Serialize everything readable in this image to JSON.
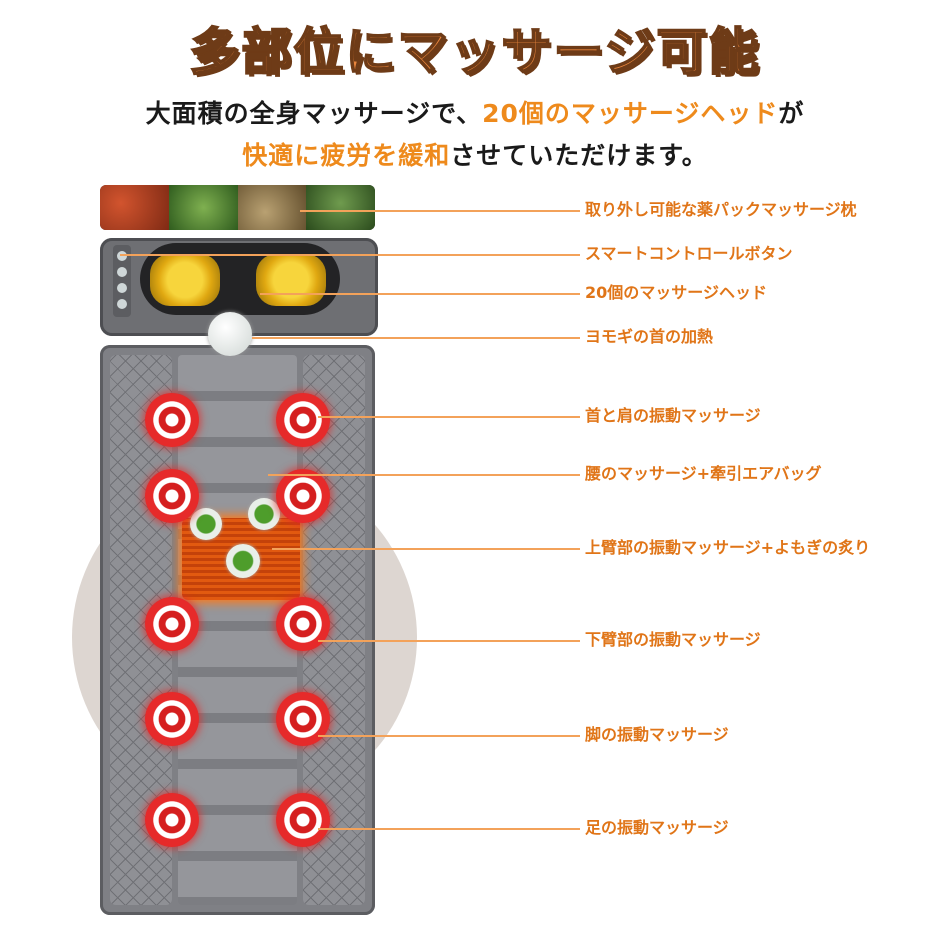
{
  "heading": {
    "title": "多部位にマッサージ可能",
    "line1_a": "大面積の全身マッサージで、",
    "line1_hl": "20個のマッサージヘッド",
    "line1_b": "が",
    "line2_hl": "快適に疲労を緩和",
    "line2_b": "させていただけます。"
  },
  "labels": [
    "取り外し可能な薬パックマッサージ枕",
    "スマートコントロールボタン",
    "20個のマッサージヘッド",
    "ヨモギの首の加熱",
    "首と肩の振動マッサージ",
    "腰のマッサージ+牽引エアバッグ",
    "上臂部の振動マッサージ+よもぎの炙り",
    "下臂部の振動マッサージ",
    "脚の振動マッサージ",
    "足の振動マッサージ"
  ],
  "colors": {
    "accent": "#e07518",
    "title_fill": "#e9853c",
    "mat_gray": "#7f8085",
    "node_red": "#e62a2a"
  }
}
